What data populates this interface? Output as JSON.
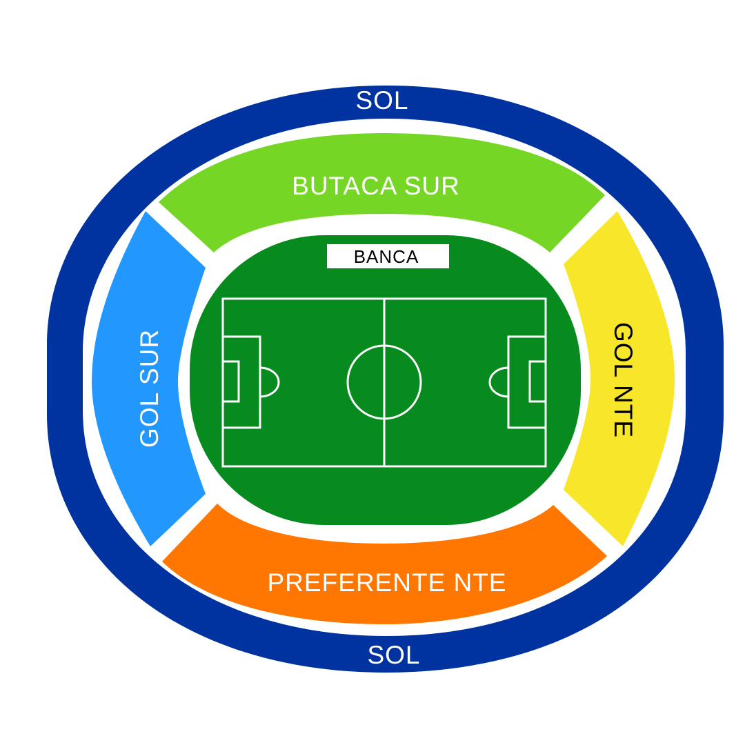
{
  "map": {
    "sections": {
      "sol_top": {
        "label": "SOL",
        "color": "#0033a0",
        "text_color": "#ffffff"
      },
      "sol_bottom": {
        "label": "SOL",
        "color": "#0033a0",
        "text_color": "#ffffff"
      },
      "butaca_sur": {
        "label": "BUTACA SUR",
        "color": "#76d626",
        "text_color": "#ffffff"
      },
      "preferente_nte": {
        "label": "PREFERENTE NTE",
        "color": "#ff7700",
        "text_color": "#ffffff"
      },
      "gol_sur": {
        "label": "GOL SUR",
        "color": "#2298ff",
        "text_color": "#ffffff"
      },
      "gol_nte": {
        "label": "GOL NTE",
        "color": "#f7e629",
        "text_color": "#000000"
      }
    },
    "field": {
      "banca_label": "BANCA",
      "surface_color": "#078a1e",
      "line_color": "#ffffff"
    }
  }
}
